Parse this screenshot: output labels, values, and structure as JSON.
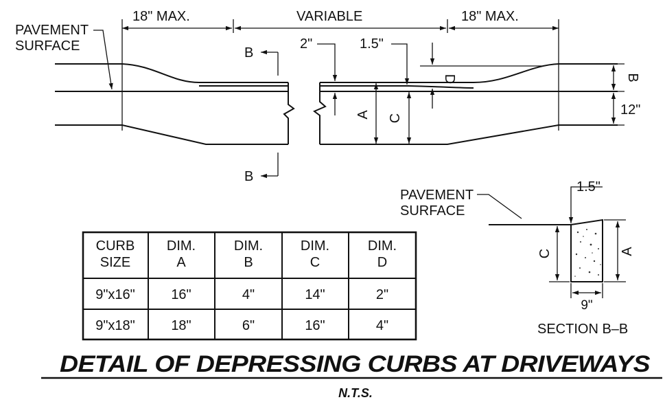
{
  "dims": {
    "left_max": "18\"  MAX.",
    "variable": "VARIABLE",
    "right_max": "18\"  MAX.",
    "two_in": "2\"",
    "one_half_in": "1.5\"",
    "d": "D",
    "b": "B",
    "twelve_in": "12\"",
    "a": "A",
    "c": "C"
  },
  "pavement_label": {
    "line1": "PAVEMENT",
    "line2": "SURFACE"
  },
  "section_mark": {
    "letter": "B"
  },
  "section_view": {
    "pavement_line1": "PAVEMENT",
    "pavement_line2": "SURFACE",
    "top_dim": "1.5\"",
    "c": "C",
    "a": "A",
    "width": "9\"",
    "caption": "SECTION  B–B"
  },
  "table": {
    "headers": [
      [
        "CURB",
        "SIZE"
      ],
      [
        "DIM.",
        "A"
      ],
      [
        "DIM.",
        "B"
      ],
      [
        "DIM.",
        "C"
      ],
      [
        "DIM.",
        "D"
      ]
    ],
    "rows": [
      [
        "9\"x16\"",
        "16\"",
        "4\"",
        "14\"",
        "2\""
      ],
      [
        "9\"x18\"",
        "18\"",
        "6\"",
        "16\"",
        "4\""
      ]
    ]
  },
  "title": "DETAIL OF DEPRESSING CURBS AT DRIVEWAYS",
  "subtitle": "N.T.S."
}
